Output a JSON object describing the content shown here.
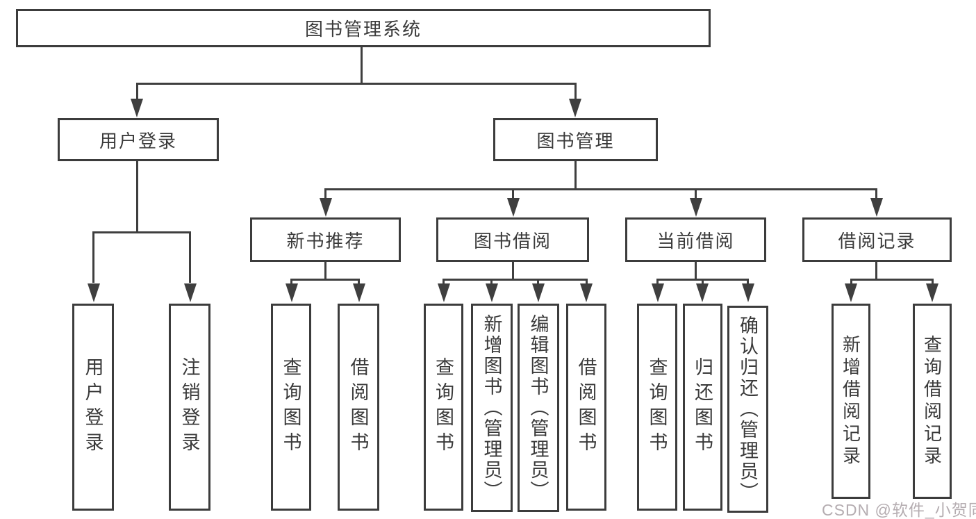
{
  "diagram": {
    "root": {
      "label": "图书管理系统"
    },
    "branches": [
      {
        "label": "用户登录",
        "children": [
          {
            "label": "用户登录"
          },
          {
            "label": "注销登录"
          }
        ]
      },
      {
        "label": "图书管理",
        "sections": [
          {
            "label": "新书推荐",
            "children": [
              {
                "label": "查询图书"
              },
              {
                "label": "借阅图书"
              }
            ]
          },
          {
            "label": "图书借阅",
            "children": [
              {
                "label": "查询图书"
              },
              {
                "label": "新增图书（管理员）"
              },
              {
                "label": "编辑图书（管理员）"
              },
              {
                "label": "借阅图书"
              }
            ]
          },
          {
            "label": "当前借阅",
            "children": [
              {
                "label": "查询图书"
              },
              {
                "label": "归还图书"
              },
              {
                "label": "确认归还（管理员）"
              }
            ]
          },
          {
            "label": "借阅记录",
            "children": [
              {
                "label": "新增借阅记录"
              },
              {
                "label": "查询借阅记录"
              }
            ]
          }
        ]
      }
    ],
    "colors": {
      "line": "#3f3f3f",
      "text": "#3a3a3a",
      "watermark": "#b5adb1"
    }
  },
  "watermark": {
    "text": "CSDN @软件_小贺同学"
  }
}
